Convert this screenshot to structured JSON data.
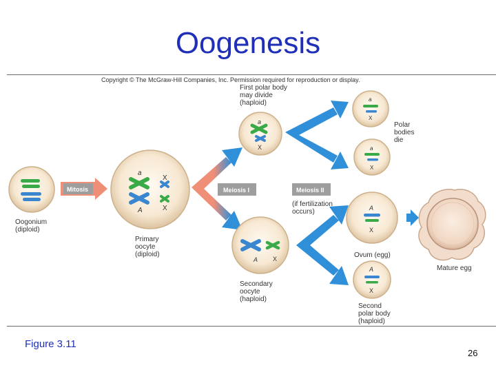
{
  "title": "Oogenesis",
  "copyright": "Copyright © The McGraw-Hill Companies, Inc. Permission required for reproduction or display.",
  "figure_caption": "Figure 3.11",
  "page_number": "26",
  "colors": {
    "title": "#1f2fb8",
    "arrow_blue": "#2f8fd8",
    "arrow_salmon": "#f08f78",
    "label_box": "#9e9e9e",
    "chrom_green": "#3aaa48",
    "chrom_blue": "#3a86cf"
  },
  "process_labels": {
    "mitosis": "Mitosis",
    "meiosis1": "Meiosis I",
    "meiosis2": "Meiosis II"
  },
  "labels": {
    "oogonium": [
      "Oogonium",
      "(diploid)"
    ],
    "primary_oocyte": [
      "Primary",
      "oocyte",
      "(diploid)"
    ],
    "first_polar_body": [
      "First polar body",
      "may divide",
      "(haploid)"
    ],
    "secondary_oocyte": [
      "Secondary",
      "oocyte",
      "(haploid)"
    ],
    "fertilization_note": [
      "(if fertilization",
      "occurs)"
    ],
    "polar_bodies_die": [
      "Polar",
      "bodies",
      "die"
    ],
    "ovum": "Ovum (egg)",
    "second_polar_body": [
      "Second",
      "polar body",
      "(haploid)"
    ],
    "mature_egg": "Mature egg"
  },
  "chromosome_letters": {
    "a": "a",
    "A": "A",
    "X": "X"
  }
}
